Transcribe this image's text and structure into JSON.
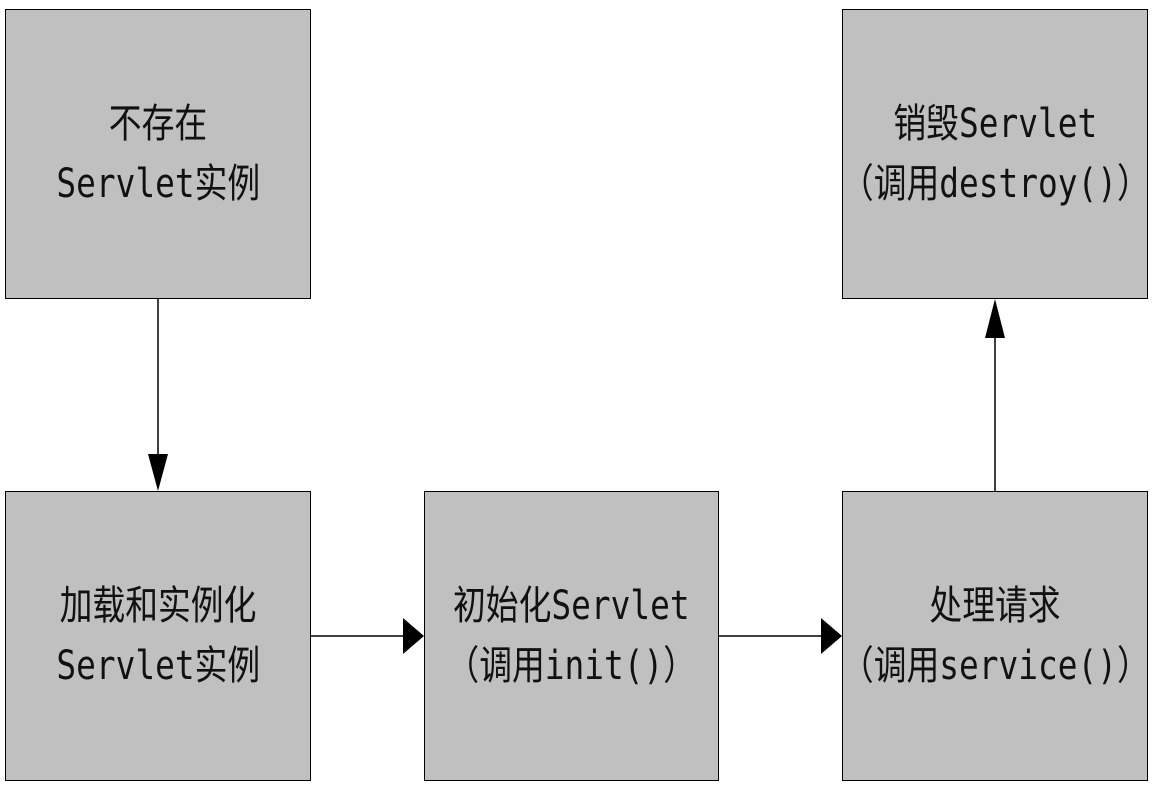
{
  "nodes": {
    "no_instance": {
      "line1": "不存在",
      "line2": "Servlet实例"
    },
    "destroy": {
      "line1": "销毁Servlet",
      "line2": "（调用destroy()）"
    },
    "load": {
      "line1": "加载和实例化",
      "line2": "Servlet实例"
    },
    "init": {
      "line1": "初始化Servlet",
      "line2": "（调用init()）"
    },
    "service": {
      "line1": "处理请求",
      "line2": "（调用service()）"
    }
  },
  "edges": [
    {
      "from": "no_instance",
      "to": "load"
    },
    {
      "from": "load",
      "to": "init"
    },
    {
      "from": "init",
      "to": "service"
    },
    {
      "from": "service",
      "to": "destroy"
    }
  ],
  "colors": {
    "box_fill": "#c0c0c0",
    "stroke": "#000000"
  }
}
